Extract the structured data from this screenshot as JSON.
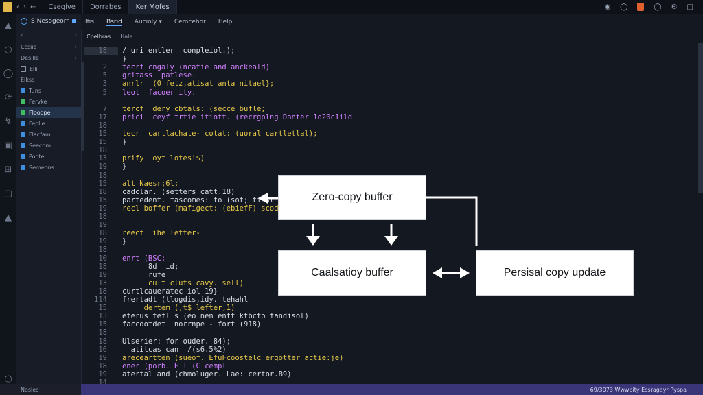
{
  "titlebar": {
    "tabs": [
      "Csegive",
      "Dorrabes",
      "Ker Mofes"
    ],
    "active_tab": 2
  },
  "sidebar": {
    "header": "S Nesogeorr",
    "rows": [
      {
        "label": "Ccsiie",
        "chevron": true,
        "kind": "plain"
      },
      {
        "label": "Desille",
        "chevron": true,
        "kind": "plain"
      },
      {
        "label": "Elli",
        "chevron": false,
        "kind": "box"
      },
      {
        "label": "Eikss",
        "chevron": false,
        "kind": "plain"
      },
      {
        "label": "Tuns",
        "chevron": false,
        "kind": "folder-blue"
      },
      {
        "label": "Fervke",
        "chevron": false,
        "kind": "folder-green"
      },
      {
        "label": "Flooope",
        "chevron": false,
        "kind": "folder-green",
        "selected": true
      },
      {
        "label": "Feplle",
        "chevron": false,
        "kind": "folder-blue"
      },
      {
        "label": "Flacfam",
        "chevron": false,
        "kind": "folder-blue"
      },
      {
        "label": "Seecom",
        "chevron": false,
        "kind": "folder-blue"
      },
      {
        "label": "Ponte",
        "chevron": false,
        "kind": "folder-blue"
      },
      {
        "label": "Semeons",
        "chevron": false,
        "kind": "folder-blue"
      }
    ]
  },
  "menubar": {
    "items": [
      "Ifis",
      "Bsrid",
      "Aucioly",
      "Cemcehor",
      "Help"
    ],
    "active_index": 1
  },
  "tabbar": {
    "items": [
      "Cpelbras",
      "Hale"
    ],
    "active_index": 0
  },
  "editor": {
    "lines": [
      {
        "n": "18",
        "t": "/ uri entler  conpleiol.);"
      },
      {
        "n": "",
        "t": "}"
      },
      {
        "n": "2",
        "t": "tecrf cngaly (ncatie and anckeald)"
      },
      {
        "n": "5",
        "t": "gritass  patlese."
      },
      {
        "n": "3",
        "t": "anrlr  (0 fetz,atisat anta nitael};"
      },
      {
        "n": "5",
        "t": "leot  facoer ity."
      },
      {
        "n": "",
        "t": ""
      },
      {
        "n": "7",
        "t": "tercf  dery cbtals: (secce bufle;"
      },
      {
        "n": "17",
        "t": "prici  ceyf trtie itiott. (recrgplng Danter 1o20c1ild"
      },
      {
        "n": "18",
        "t": ""
      },
      {
        "n": "15",
        "t": "tecr  cartlachate- cotat: (uoral cartletlal);"
      },
      {
        "n": "15",
        "t": "}"
      },
      {
        "n": "18",
        "t": ""
      },
      {
        "n": "13",
        "t": "prify  oyt lotes!$)"
      },
      {
        "n": "19",
        "t": "}"
      },
      {
        "n": "18",
        "t": ""
      },
      {
        "n": "15",
        "t": "alt Naesr;6l:"
      },
      {
        "n": "18",
        "t": "cadclar. (setters catt.18)"
      },
      {
        "n": "15",
        "t": "partedent. fascomes: to (sot; tinst"
      },
      {
        "n": "19",
        "t": "recl boffer (mafigect: (ebiefF) scod"
      },
      {
        "n": "18",
        "t": ""
      },
      {
        "n": "19",
        "t": ""
      },
      {
        "n": "18",
        "t": "reect  ihe letter-"
      },
      {
        "n": "19",
        "t": "}"
      },
      {
        "n": "18",
        "t": ""
      },
      {
        "n": "10",
        "t": "enrt (BSC;"
      },
      {
        "n": "18",
        "t": "      8d  id;"
      },
      {
        "n": "19",
        "t": "      rufe"
      },
      {
        "n": "13",
        "t": "      cult cluts cavy. sell)"
      },
      {
        "n": "18",
        "t": "curtlcaueratec iol 19}"
      },
      {
        "n": "114",
        "t": "frertadt (tlogdis,idy. tehahl"
      },
      {
        "n": "15",
        "t": "     dertem (,t$ lefter,1)"
      },
      {
        "n": "13",
        "t": "eterus tefl s (eo nen entt ktbcto fandisol)"
      },
      {
        "n": "15",
        "t": "faccootdet  norrnpe - fort (918)"
      },
      {
        "n": "18",
        "t": ""
      },
      {
        "n": "18",
        "t": "Ulserier: for ouder. 84);"
      },
      {
        "n": "16",
        "t": "  atitcas can  /(s6.5%2)"
      },
      {
        "n": "19",
        "t": "areceartten (sueof. EfuFcoostelc ergotter actie:je)"
      },
      {
        "n": "18",
        "t": "ener (porb. E l (C cempl"
      },
      {
        "n": "19",
        "t": "atertal and (chmoluger. Lae: certor.B9)"
      },
      {
        "n": "14",
        "t": ""
      }
    ]
  },
  "diagram": {
    "top_box": "Zero-copy buffer",
    "left_box": "Caalsatioy buffer",
    "right_box": "Persisal copy update"
  },
  "statusbar": {
    "left": "Nasles",
    "right": "69/3073 Wwwpity Essragayr Pyspa"
  },
  "colors": {
    "accent": "#5fa8ff",
    "statusbar": "#3a3478",
    "keyword": "#d080ff",
    "string": "#e6c84a"
  }
}
